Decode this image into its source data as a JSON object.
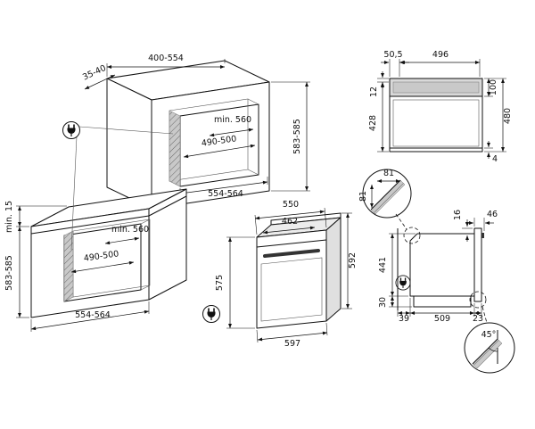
{
  "page": {
    "background": "#ffffff",
    "colors": {
      "line": "#111111",
      "shade": "#c9c9c9",
      "panel_band": "#d9d9d9"
    }
  },
  "icons": {
    "power_plug": "power-plug"
  },
  "views": {
    "upper_cabinet": {
      "dims": {
        "top_width": "400-554",
        "top_depth": "35-40",
        "niche_height": "583-585",
        "niche_depth_min": "min. 560",
        "vent_clearance": "490-500",
        "cabinet_width": "554-564"
      }
    },
    "base_cabinet": {
      "dims": {
        "rear_gap_min": "min. 15",
        "niche_height": "583-585",
        "niche_depth_min": "min. 560",
        "vent_clearance": "490-500",
        "cabinet_width": "554-564"
      }
    },
    "oven": {
      "dims": {
        "top_width": "550",
        "front_inner_width": "462",
        "front_height": "575",
        "total_height": "592",
        "total_width": "597"
      }
    },
    "front_view": {
      "dims": {
        "side_offset": "50,5",
        "vent_width": "496",
        "panel_height": "100",
        "top_edge": "12",
        "door_height": "428",
        "total_height": "480",
        "bottom_edge": "4"
      }
    },
    "corner_detail": {
      "dims": {
        "cut_width": "81",
        "cut_height": "81"
      }
    },
    "side_view": {
      "dims": {
        "door_top_offset": "16",
        "door_front_depth": "46",
        "body_height": "441",
        "base_height": "30",
        "rear_clearance": "39",
        "body_depth": "509",
        "door_thickness": "23"
      }
    },
    "angle_detail": {
      "dims": {
        "cut_angle": "45°"
      }
    }
  }
}
